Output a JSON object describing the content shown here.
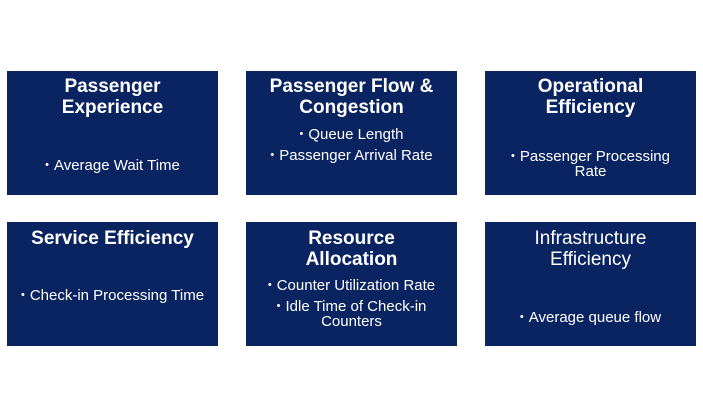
{
  "cards": [
    {
      "title_line1": "Passenger",
      "title_line2": "Experience",
      "items": [
        "Average Wait Time"
      ]
    },
    {
      "title_line1": "Passenger Flow &",
      "title_line2": "Congestion",
      "items": [
        "Queue Length",
        "Passenger Arrival Rate"
      ]
    },
    {
      "title_line1": "Operational",
      "title_line2": "Efficiency",
      "items": [
        "Passenger Processing Rate"
      ]
    },
    {
      "title_line1": "Service Efficiency",
      "title_line2": "",
      "items": [
        "Check-in Processing Time"
      ]
    },
    {
      "title_line1": "Resource",
      "title_line2": "Allocation",
      "items": [
        "Counter Utilization Rate",
        "Idle Time of Check-in Counters"
      ]
    },
    {
      "title_line1": "Infrastructure",
      "title_line2": "Efficiency",
      "items": [
        "Average queue flow"
      ]
    }
  ],
  "colors": {
    "card_bg": "#0a2462",
    "text": "#ffffff",
    "page_bg": "#ffffff"
  },
  "bullet_glyph": "•"
}
